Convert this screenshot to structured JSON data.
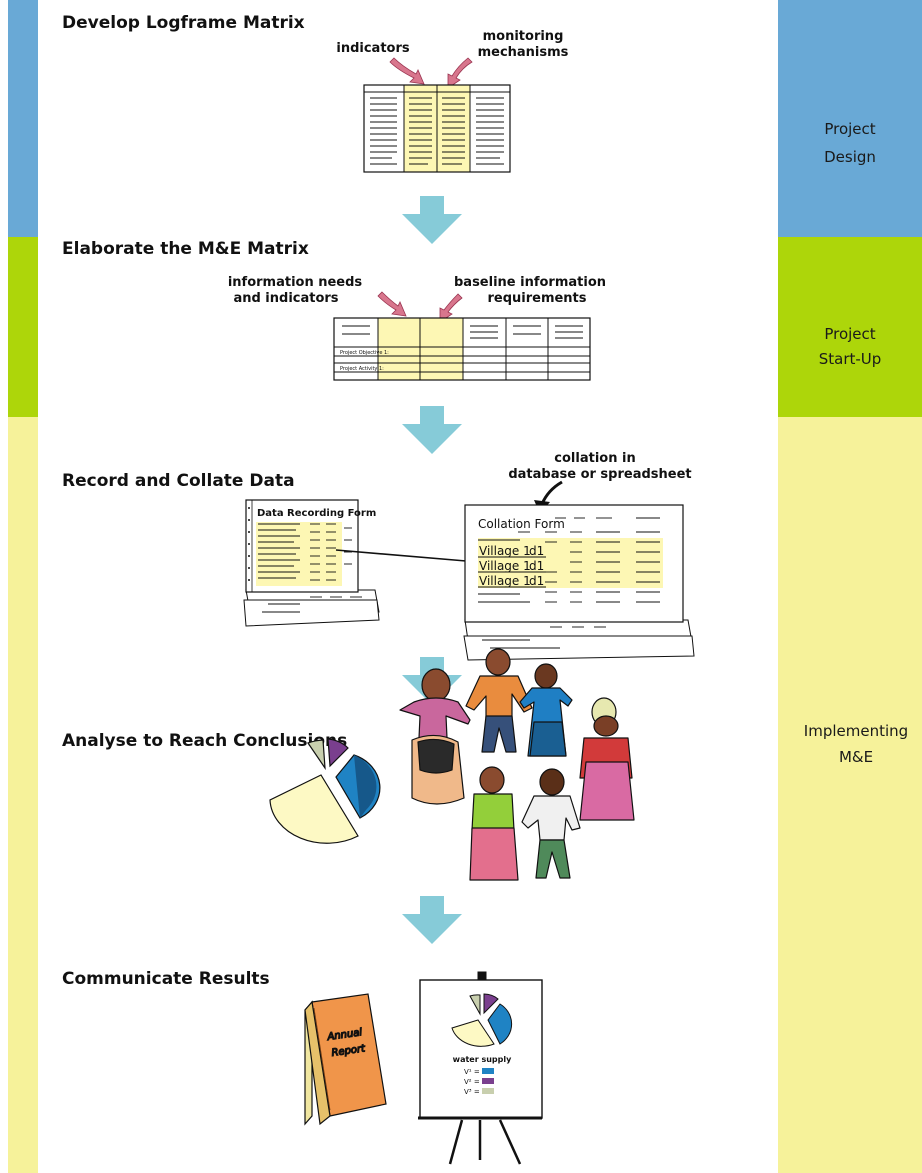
{
  "phases": {
    "design": {
      "line1": "Project",
      "line2": "Design",
      "color": "#69a9d6"
    },
    "startup": {
      "line1": "Project",
      "line2": "Start-Up",
      "color": "#add60a"
    },
    "implementing": {
      "line1": "Implementing",
      "line2": "M&E",
      "color": "#f6f29a"
    }
  },
  "arrow_color": "#86cbd8",
  "highlight_color": "#fdf7b4",
  "steps": {
    "logframe": {
      "title": "Develop Logframe Matrix",
      "ann_left": "indicators",
      "ann_right_1": "monitoring",
      "ann_right_2": "mechanisms"
    },
    "me_matrix": {
      "title": "Elaborate the M&E Matrix",
      "ann_left_1": "information needs",
      "ann_left_2": "and indicators",
      "ann_right_1": "baseline information",
      "ann_right_2": "requirements",
      "row1": "Project Objective 1:",
      "row2": "Project Activity 1:"
    },
    "record": {
      "title": "Record and Collate Data",
      "ann_1": "collation in",
      "ann_2": "database or spreadsheet",
      "recording_form": "Data Recording Form",
      "collation_form": "Collation Form",
      "rows": [
        {
          "village": "Village 1",
          "code": "d1"
        },
        {
          "village": "Village 1",
          "code": "d1"
        },
        {
          "village": "Village 1",
          "code": "d1"
        }
      ]
    },
    "analyse": {
      "title": "Analyse to Reach Conclusions"
    },
    "communicate": {
      "title": "Communicate Results",
      "report_1": "Annual",
      "report_2": "Report",
      "chart_label": "water supply",
      "legend": [
        "V¹ =",
        "V² =",
        "V³ ="
      ]
    }
  }
}
